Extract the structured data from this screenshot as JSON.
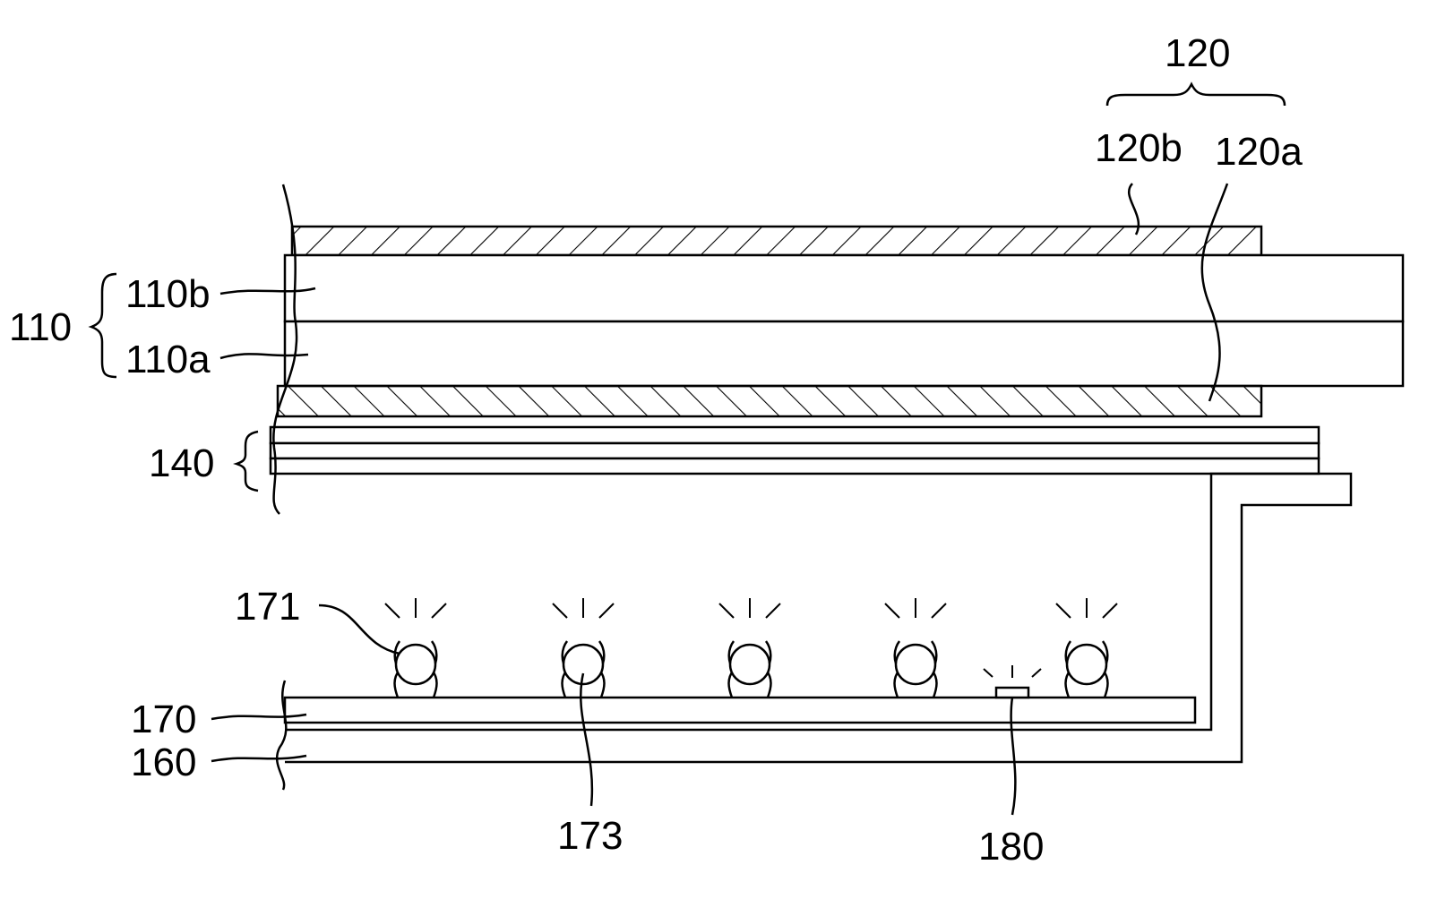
{
  "labels": {
    "assembly_120": "120",
    "layer_120b": "120b",
    "layer_120a": "120a",
    "panel_110": "110",
    "substrate_110b": "110b",
    "substrate_110a": "110a",
    "optical_140": "140",
    "light_source_171": "171",
    "board_170": "170",
    "frame_160": "160",
    "lens_173": "173",
    "sensor_180": "180"
  }
}
